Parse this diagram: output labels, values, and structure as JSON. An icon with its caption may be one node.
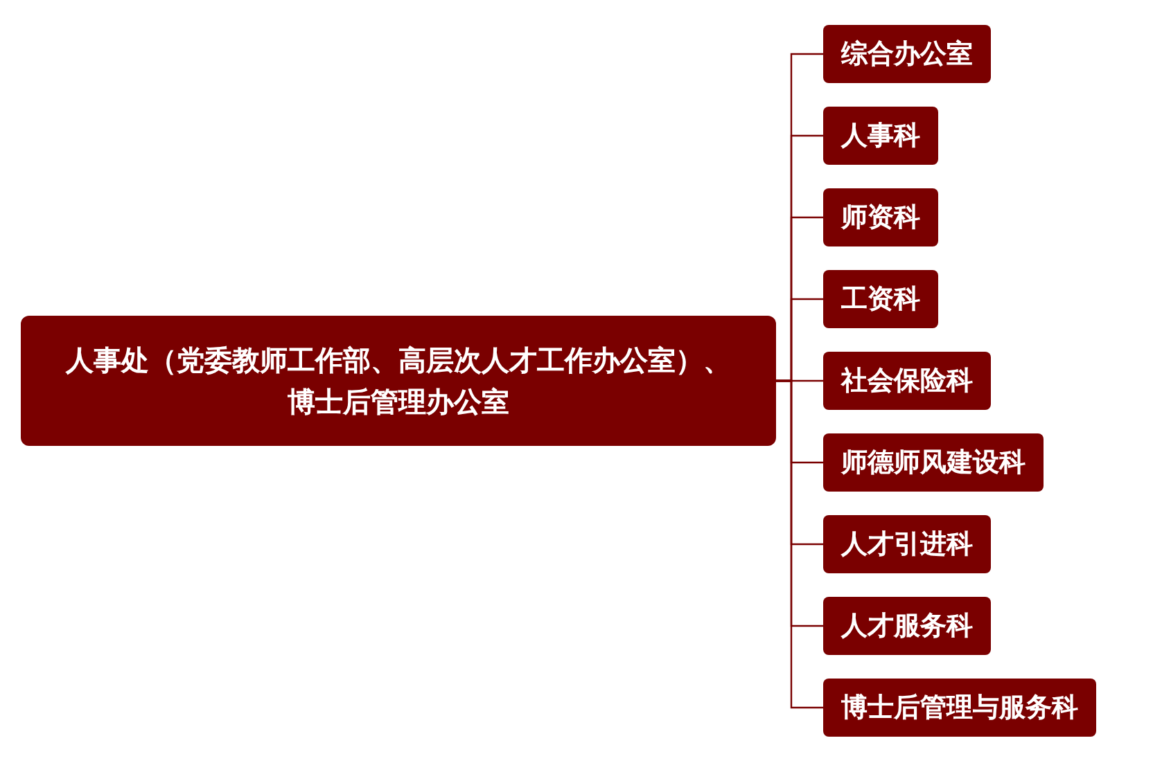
{
  "diagram": {
    "nodes": [
      {
        "text": [
          "人事处（党委教师工作部、高层次人才工作办公室）、博士后管理办公室"
        ]
      },
      {
        "text": [
          "综合办公室"
        ]
      },
      {
        "text": [
          "人事科"
        ]
      },
      {
        "text": [
          "师资科"
        ]
      },
      {
        "text": [
          "工资科"
        ]
      },
      {
        "text": [
          "社会保险科"
        ]
      },
      {
        "text": [
          "师德师风建设科"
        ]
      },
      {
        "text": [
          "人才引进科"
        ]
      },
      {
        "text": [
          "人才服务科"
        ]
      },
      {
        "text": [
          "博士后管理与服务科"
        ]
      }
    ],
    "edges": [
      {
        "from": 0,
        "to": 1,
        "arrow": "none"
      },
      {
        "from": 0,
        "to": 2,
        "arrow": "none"
      },
      {
        "from": 0,
        "to": 3,
        "arrow": "none"
      },
      {
        "from": 0,
        "to": 4,
        "arrow": "none"
      },
      {
        "from": 0,
        "to": 5,
        "arrow": "none"
      },
      {
        "from": 0,
        "to": 6,
        "arrow": "none"
      },
      {
        "from": 0,
        "to": 7,
        "arrow": "none"
      },
      {
        "from": 0,
        "to": 8,
        "arrow": "none"
      },
      {
        "from": 0,
        "to": 9,
        "arrow": "none"
      }
    ]
  }
}
